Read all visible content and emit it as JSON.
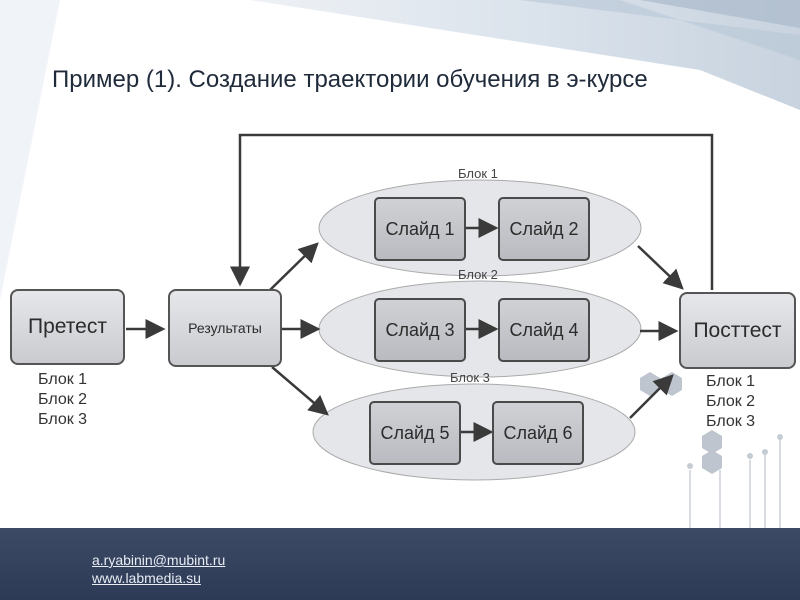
{
  "title": "Пример (1). Создание траектории обучения в э-курсе",
  "pretest": {
    "label": "Претест",
    "blocks": [
      "Блок 1",
      "Блок 2",
      "Блок 3"
    ]
  },
  "results": {
    "label": "Результаты"
  },
  "posttest": {
    "label": "Посттест",
    "blocks": [
      "Блок 1",
      "Блок 2",
      "Блок 3"
    ]
  },
  "groups": [
    {
      "label": "Блок 1",
      "slides": [
        "Слайд 1",
        "Слайд 2"
      ]
    },
    {
      "label": "Блок 2",
      "slides": [
        "Слайд 3",
        "Слайд 4"
      ]
    },
    {
      "label": "Блок 3",
      "slides": [
        "Слайд 5",
        "Слайд 6"
      ]
    }
  ],
  "footer": {
    "email": "a.ryabinin@mubint.ru",
    "site": "www.labmedia.su"
  },
  "colors": {
    "footer": "#34425e",
    "node_border": "#555555",
    "arrow": "#3a3a3a"
  }
}
